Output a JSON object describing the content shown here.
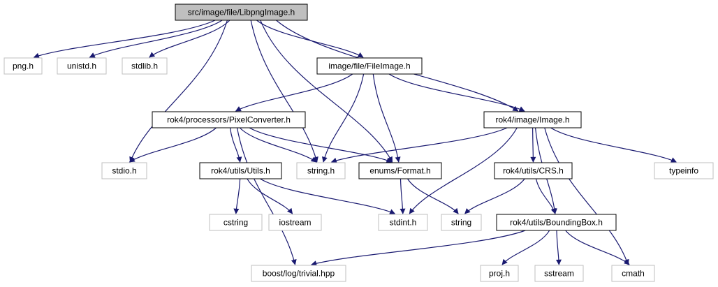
{
  "diagram": {
    "colors": {
      "edge": "#191970",
      "root_fill": "#bfbfbf",
      "node_border_dark": "#000000",
      "node_border_light": "#bfbfbf",
      "text": "#000000",
      "background": "#ffffff"
    },
    "nodes": [
      {
        "id": "root",
        "label": "src/image/file/LibpngImage.h",
        "kind": "root"
      },
      {
        "id": "png",
        "label": "png.h",
        "kind": "external"
      },
      {
        "id": "unistd",
        "label": "unistd.h",
        "kind": "external"
      },
      {
        "id": "stdlib",
        "label": "stdlib.h",
        "kind": "external"
      },
      {
        "id": "fileimage",
        "label": "image/file/FileImage.h",
        "kind": "internal"
      },
      {
        "id": "pixelconverter",
        "label": "rok4/processors/PixelConverter.h",
        "kind": "internal"
      },
      {
        "id": "image",
        "label": "rok4/image/Image.h",
        "kind": "internal"
      },
      {
        "id": "stdio",
        "label": "stdio.h",
        "kind": "external"
      },
      {
        "id": "utils",
        "label": "rok4/utils/Utils.h",
        "kind": "internal"
      },
      {
        "id": "stringh",
        "label": "string.h",
        "kind": "external"
      },
      {
        "id": "format",
        "label": "enums/Format.h",
        "kind": "internal"
      },
      {
        "id": "crs",
        "label": "rok4/utils/CRS.h",
        "kind": "internal"
      },
      {
        "id": "typeinfo",
        "label": "typeinfo",
        "kind": "external"
      },
      {
        "id": "cstring",
        "label": "cstring",
        "kind": "external"
      },
      {
        "id": "iostream",
        "label": "iostream",
        "kind": "external"
      },
      {
        "id": "stdint",
        "label": "stdint.h",
        "kind": "external"
      },
      {
        "id": "string",
        "label": "string",
        "kind": "external"
      },
      {
        "id": "boundingbox",
        "label": "rok4/utils/BoundingBox.h",
        "kind": "internal"
      },
      {
        "id": "boostlog",
        "label": "boost/log/trivial.hpp",
        "kind": "external"
      },
      {
        "id": "proj",
        "label": "proj.h",
        "kind": "external"
      },
      {
        "id": "sstream",
        "label": "sstream",
        "kind": "external"
      },
      {
        "id": "cmath",
        "label": "cmath",
        "kind": "external"
      }
    ],
    "edges": [
      {
        "from": "root",
        "to": "png"
      },
      {
        "from": "root",
        "to": "unistd"
      },
      {
        "from": "root",
        "to": "stdlib"
      },
      {
        "from": "root",
        "to": "fileimage"
      },
      {
        "from": "root",
        "to": "stdio"
      },
      {
        "from": "root",
        "to": "stringh"
      },
      {
        "from": "root",
        "to": "format"
      },
      {
        "from": "root",
        "to": "image"
      },
      {
        "from": "fileimage",
        "to": "pixelconverter"
      },
      {
        "from": "fileimage",
        "to": "stringh"
      },
      {
        "from": "fileimage",
        "to": "format"
      },
      {
        "from": "fileimage",
        "to": "image"
      },
      {
        "from": "pixelconverter",
        "to": "stdio"
      },
      {
        "from": "pixelconverter",
        "to": "utils"
      },
      {
        "from": "pixelconverter",
        "to": "stringh"
      },
      {
        "from": "pixelconverter",
        "to": "format"
      },
      {
        "from": "pixelconverter",
        "to": "boostlog"
      },
      {
        "from": "image",
        "to": "stringh"
      },
      {
        "from": "image",
        "to": "stdint"
      },
      {
        "from": "image",
        "to": "crs"
      },
      {
        "from": "image",
        "to": "boundingbox"
      },
      {
        "from": "image",
        "to": "typeinfo"
      },
      {
        "from": "image",
        "to": "cmath"
      },
      {
        "from": "utils",
        "to": "cstring"
      },
      {
        "from": "utils",
        "to": "iostream"
      },
      {
        "from": "utils",
        "to": "stdint"
      },
      {
        "from": "format",
        "to": "stdint"
      },
      {
        "from": "format",
        "to": "string"
      },
      {
        "from": "crs",
        "to": "string"
      },
      {
        "from": "crs",
        "to": "boundingbox"
      },
      {
        "from": "boundingbox",
        "to": "boostlog"
      },
      {
        "from": "boundingbox",
        "to": "proj"
      },
      {
        "from": "boundingbox",
        "to": "sstream"
      },
      {
        "from": "boundingbox",
        "to": "cmath"
      }
    ]
  }
}
